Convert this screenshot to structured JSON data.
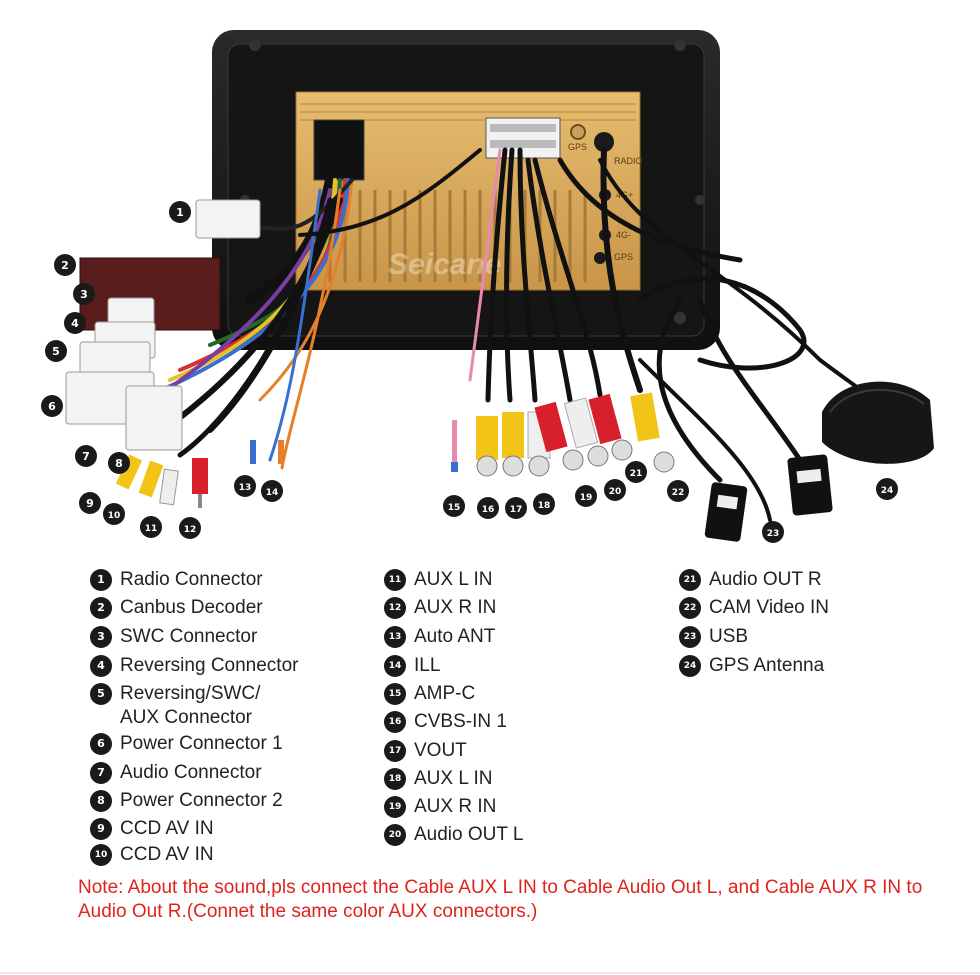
{
  "watermark": "Seicane",
  "unit_labels": {
    "gps": "GPS",
    "radio": "RADIO",
    "port_4g_a": "4G+",
    "port_4g_b": "4G-",
    "gps_lower": "GPS"
  },
  "callouts": [
    "1",
    "2",
    "3",
    "4",
    "5",
    "6",
    "7",
    "8",
    "9",
    "10",
    "11",
    "12",
    "13",
    "14",
    "15",
    "16",
    "17",
    "18",
    "19",
    "20",
    "21",
    "22",
    "23",
    "24"
  ],
  "legend": [
    {
      "num": "1",
      "label": "Radio Connector"
    },
    {
      "num": "2",
      "label": "Canbus Decoder"
    },
    {
      "num": "3",
      "label": "SWC Connector"
    },
    {
      "num": "4",
      "label": "Reversing Connector"
    },
    {
      "num": "5",
      "label": "Reversing/SWC/\nAUX Connector"
    },
    {
      "num": "6",
      "label": "Power Connector 1"
    },
    {
      "num": "7",
      "label": "Audio Connector"
    },
    {
      "num": "8",
      "label": "Power Connector 2"
    },
    {
      "num": "9",
      "label": "CCD AV IN"
    },
    {
      "num": "10",
      "label": "CCD AV IN"
    },
    {
      "num": "11",
      "label": "AUX L IN"
    },
    {
      "num": "12",
      "label": "AUX R IN"
    },
    {
      "num": "13",
      "label": "Auto ANT"
    },
    {
      "num": "14",
      "label": "ILL"
    },
    {
      "num": "15",
      "label": "AMP-C"
    },
    {
      "num": "16",
      "label": "CVBS-IN 1"
    },
    {
      "num": "17",
      "label": "VOUT"
    },
    {
      "num": "18",
      "label": "AUX L IN"
    },
    {
      "num": "19",
      "label": "AUX R IN"
    },
    {
      "num": "20",
      "label": "Audio OUT L"
    },
    {
      "num": "21",
      "label": "Audio OUT R"
    },
    {
      "num": "22",
      "label": "CAM Video IN"
    },
    {
      "num": "23",
      "label": "USB"
    },
    {
      "num": "24",
      "label": "GPS Antenna"
    }
  ],
  "note": "Note: About the sound,pls connect the Cable AUX L IN to Cable Audio Out L, and Cable AUX R IN to  Audio Out R.(Connet the same color AUX connectors.)",
  "colors": {
    "badge": "#1a1a1a",
    "note": "#e0231c",
    "panel_gold": "#d8a95a",
    "frame": "#1b1b1b",
    "rca_yellow": "#f2c417",
    "rca_red": "#d8202c",
    "rca_white": "#eeeeee"
  }
}
